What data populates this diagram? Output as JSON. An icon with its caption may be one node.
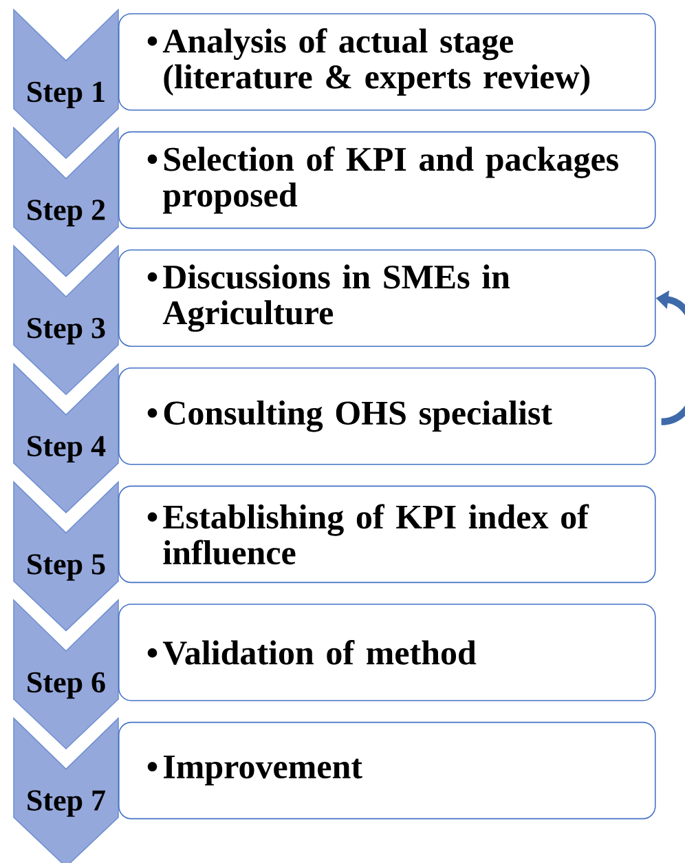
{
  "diagram": {
    "nodes": [
      {
        "text": [
          "Step 1"
        ]
      },
      {
        "text": [
          "•",
          "Analysis of actual stage (literature & experts review)"
        ]
      },
      {
        "text": [
          "Step 2"
        ]
      },
      {
        "text": [
          "•",
          "Selection of KPI and packages proposed"
        ]
      },
      {
        "text": [
          "Step 3"
        ]
      },
      {
        "text": [
          "•",
          "Discussions in SMEs in Agriculture"
        ]
      },
      {
        "text": [
          "Step 4"
        ]
      },
      {
        "text": [
          "•",
          "Consulting OHS specialist"
        ]
      },
      {
        "text": [
          "Step 5"
        ]
      },
      {
        "text": [
          "•",
          "Establishing of KPI index of influence"
        ]
      },
      {
        "text": [
          "Step 6"
        ]
      },
      {
        "text": [
          "•",
          "Validation of method"
        ]
      },
      {
        "text": [
          "Step 7"
        ]
      },
      {
        "text": [
          "•",
          "Improvement"
        ]
      }
    ],
    "edges": [
      {
        "from": 7,
        "to": 5,
        "arrow": "to"
      }
    ]
  }
}
